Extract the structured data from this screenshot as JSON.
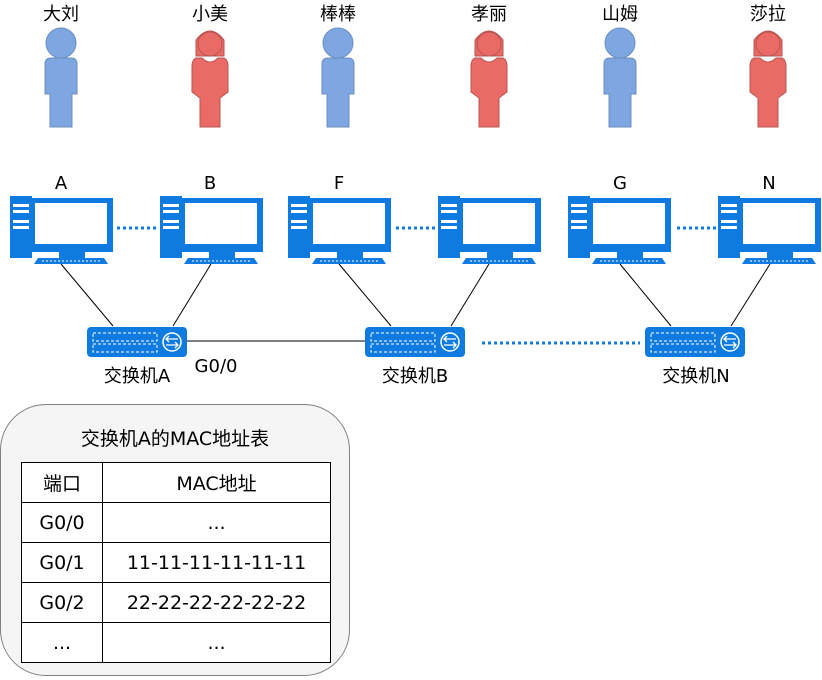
{
  "colors": {
    "male": "#7ea6e0",
    "female": "#ea6b66",
    "device_blue": "#0f7be0",
    "line": "#000000",
    "dotted_link": "#0f7be0"
  },
  "people": [
    {
      "name": "大刘",
      "gender": "male"
    },
    {
      "name": "小美",
      "gender": "female"
    },
    {
      "name": "棒棒",
      "gender": "male"
    },
    {
      "name": "孝丽",
      "gender": "female"
    },
    {
      "name": "山姆",
      "gender": "male"
    },
    {
      "name": "莎拉",
      "gender": "female"
    }
  ],
  "computers": [
    "A",
    "B",
    "F",
    "",
    "G",
    "N"
  ],
  "switches": [
    "交换机A",
    "交换机B",
    "交换机N"
  ],
  "port_label": "G0/0",
  "mac_table": {
    "title": "交换机A的MAC地址表",
    "headers": [
      "端口",
      "MAC地址"
    ],
    "rows": [
      [
        "G0/0",
        "..."
      ],
      [
        "G0/1",
        "11-11-11-11-11-11"
      ],
      [
        "G0/2",
        "22-22-22-22-22-22"
      ],
      [
        "...",
        "..."
      ]
    ]
  }
}
